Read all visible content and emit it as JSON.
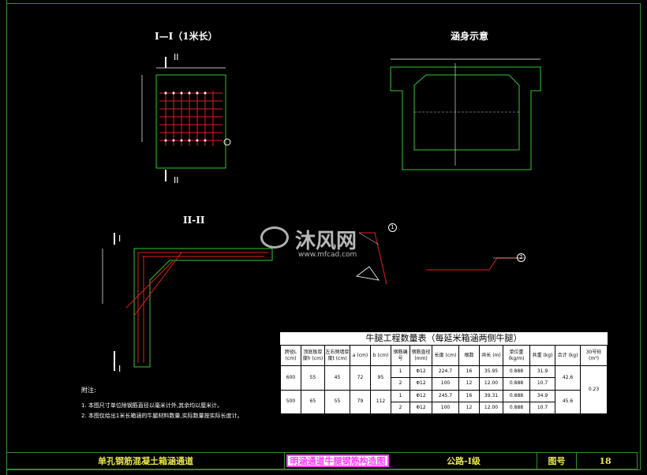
{
  "titles": {
    "section_1": "I—I（1米长）",
    "culvert_body": "涵身示意",
    "section_2": "II-II"
  },
  "markers": {
    "roman_1": "I",
    "roman_2": "II"
  },
  "circle_labels": {
    "rebar_1": "1",
    "rebar_2": "2"
  },
  "watermark": {
    "brand": "沐风网",
    "url": "www.mfcad.com"
  },
  "table": {
    "caption": "牛腿工程数量表（每延米箱涵两侧牛腿）",
    "headers": [
      "跨径L (cm)",
      "顶底板厚度h (cm)",
      "左右侧墙厚度t (cm)",
      "a (cm)",
      "b (cm)",
      "钢筋编号",
      "钢筋直径 (mm)",
      "长度 (cm)",
      "根数",
      "共长 (m)",
      "单位重 (kg/m)",
      "共重 (kg)",
      "合计 (kg)",
      "30号砼 (m³)"
    ],
    "groups": [
      {
        "span": "600",
        "h": "55",
        "t": "45",
        "a": "72",
        "b": "95",
        "total": "42.6",
        "rows": [
          {
            "no": "1",
            "dia": "Φ12",
            "len": "224.7",
            "count": "16",
            "sum": "35.95",
            "unit": "0.888",
            "weight": "31.9"
          },
          {
            "no": "2",
            "dia": "Φ12",
            "len": "100",
            "count": "12",
            "sum": "12.00",
            "unit": "0.888",
            "weight": "10.7"
          }
        ]
      },
      {
        "span": "500",
        "h": "65",
        "t": "55",
        "a": "79",
        "b": "112",
        "total": "45.6",
        "rows": [
          {
            "no": "1",
            "dia": "Φ12",
            "len": "245.7",
            "count": "16",
            "sum": "39.31",
            "unit": "0.888",
            "weight": "34.9"
          },
          {
            "no": "2",
            "dia": "Φ12",
            "len": "100",
            "count": "12",
            "sum": "12.00",
            "unit": "0.888",
            "weight": "10.7"
          }
        ]
      }
    ],
    "concrete": "0.23"
  },
  "notes": {
    "heading": "附注:",
    "items": [
      "1. 本图尺寸单位除钢筋直径以毫米计外,其余均以厘米计。",
      "2. 本图仅给出1米长箱涵的牛腿材料数量,实际数量按实际长度计。"
    ]
  },
  "footer": {
    "drawing_series": "单孔钢筋混凝土箱涵通道",
    "drawing_name": "明涵通道牛腿钢筋构造图",
    "road_class": "公路-I级",
    "sheet_label": "图号",
    "sheet_no": "18"
  },
  "colors": {
    "background": "#000000",
    "rebar": "#e02020",
    "concrete_outline": "#32c832",
    "dimension": "#ffffff",
    "footer_text": "#e8e84a",
    "highlight": "#ff3cff"
  }
}
